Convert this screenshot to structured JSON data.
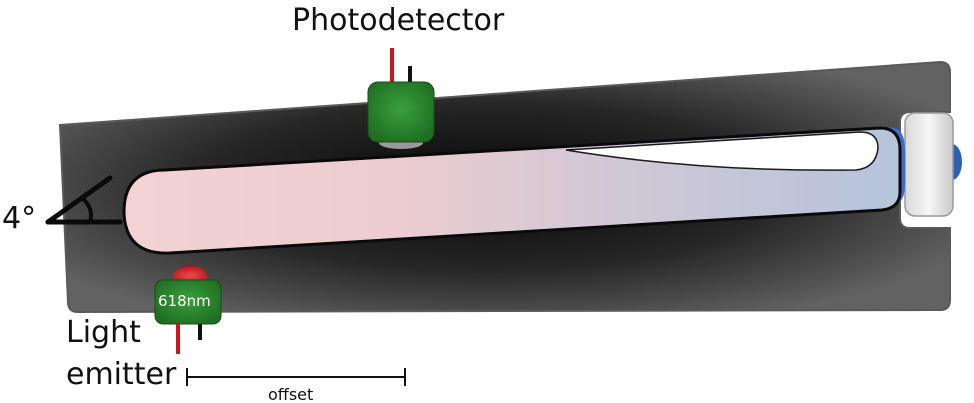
{
  "labels": {
    "photodetector": "Photodetector",
    "light_emitter_line1": "Light",
    "light_emitter_line2": "emitter",
    "angle": "4°",
    "wavelength": "618nm",
    "offset": "offset"
  },
  "colors": {
    "holder_dark": "#1e1e1e",
    "holder_edge": "#5a5a5a",
    "tube_red": "#f2cfd0",
    "tube_blue": "#b9c6dc",
    "cap_blue": "#3a6fc9",
    "cap_white": "#ececec",
    "component_green": "#2e8a30",
    "led_red": "#d8262a",
    "wire_red": "#d0151c",
    "wire_black": "#111111"
  },
  "icons": [
    "angle-icon",
    "photodetector-icon",
    "led-icon",
    "offset-dimension-icon"
  ]
}
